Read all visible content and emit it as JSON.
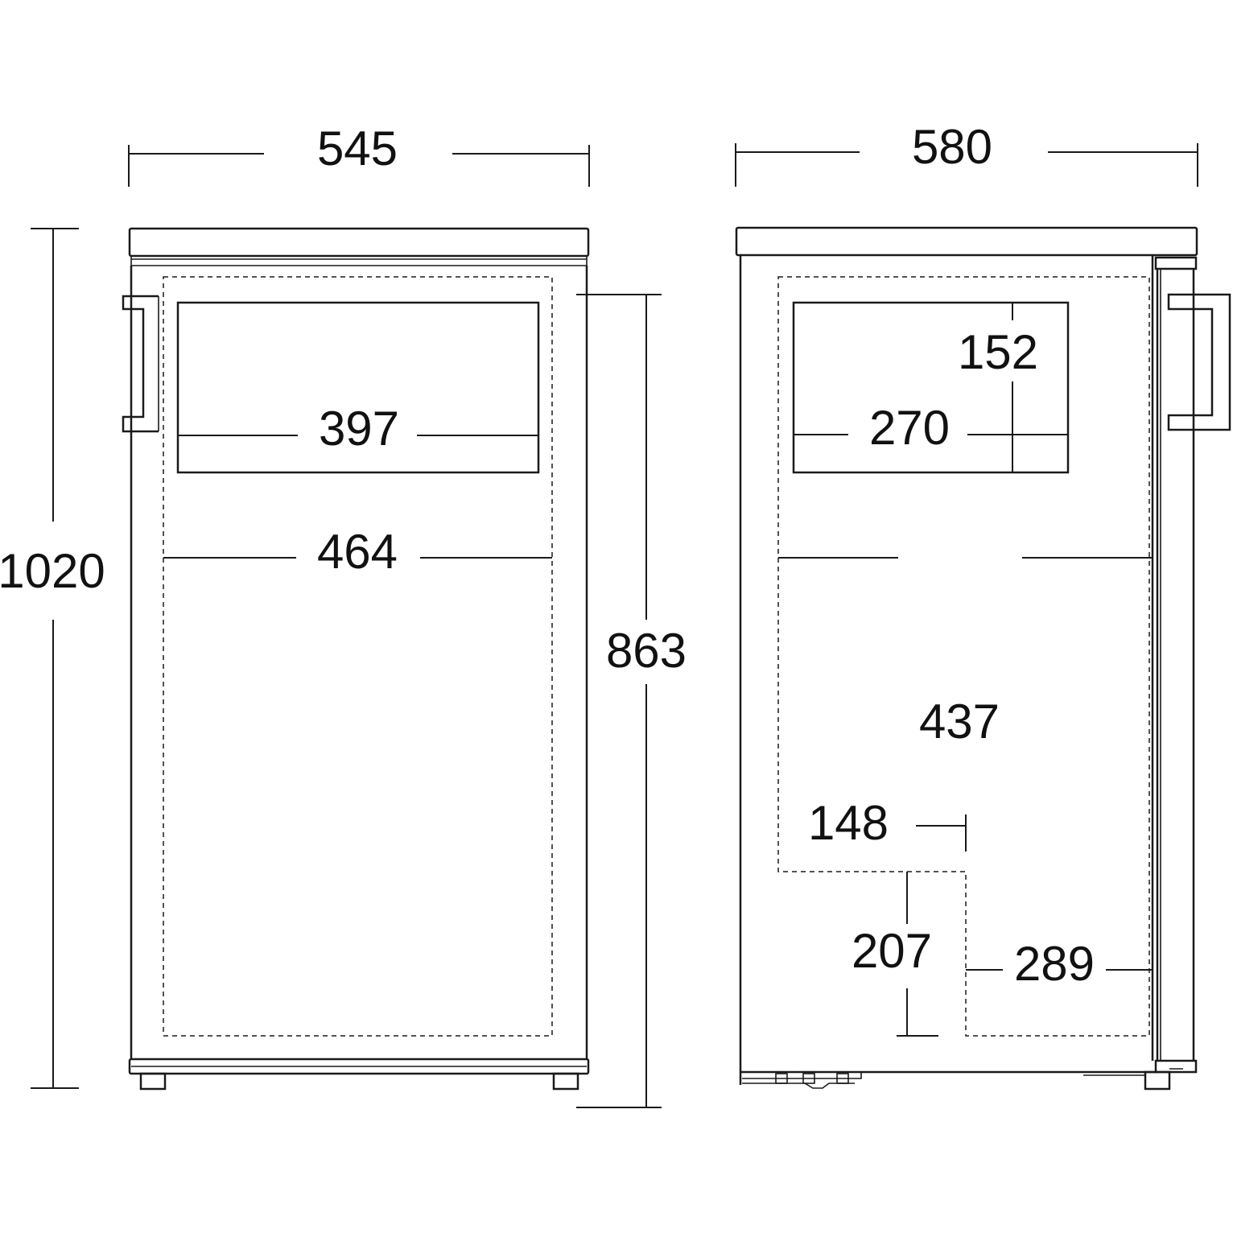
{
  "front_view": {
    "width_label": "545",
    "height_label": "1020",
    "freezer_width_label": "397",
    "interior_width_label": "464",
    "interior_height_label": "863"
  },
  "side_view": {
    "depth_label": "580",
    "freezer_height_label": "152",
    "freezer_depth_label": "270",
    "interior_depth_label": "437",
    "step_depth_label": "148",
    "step_height_label": "207",
    "bottom_depth_label": "289"
  },
  "colors": {
    "line": "#1a1a1a",
    "background": "#ffffff"
  }
}
